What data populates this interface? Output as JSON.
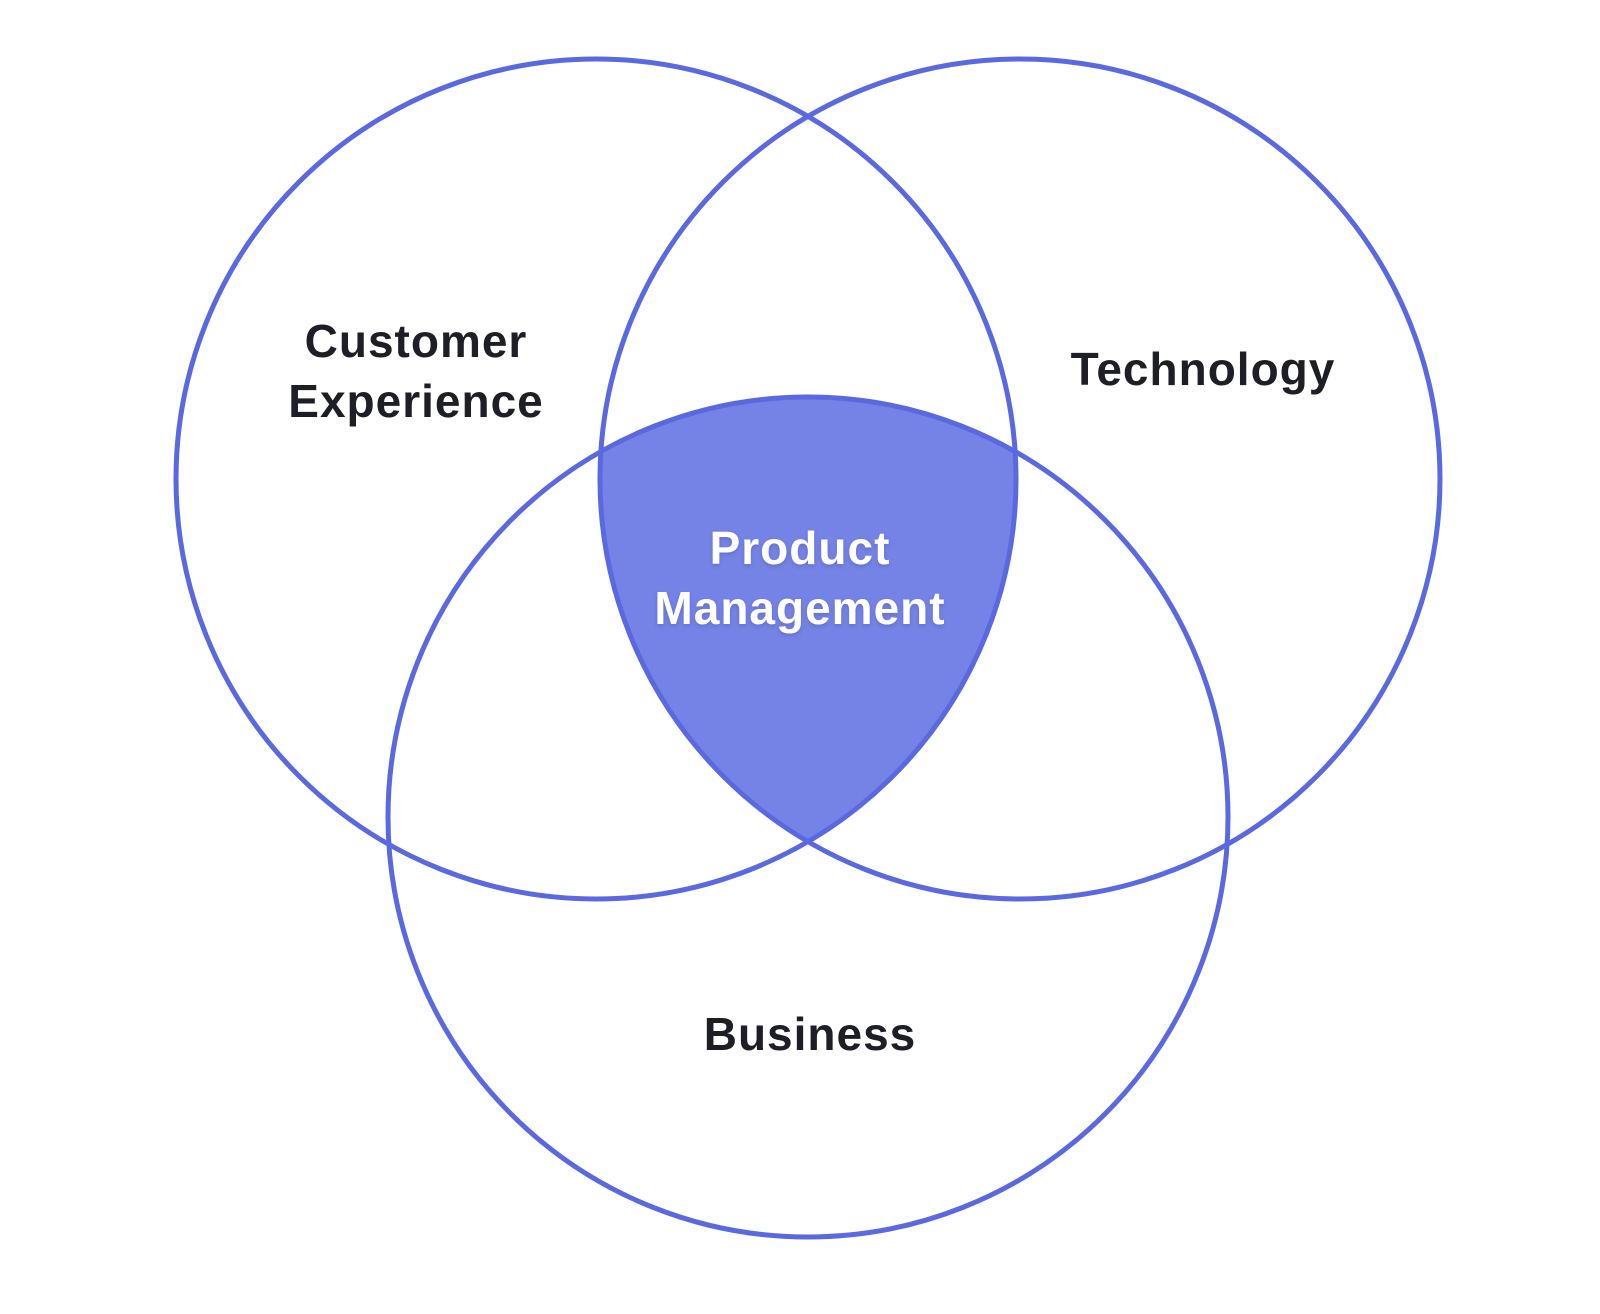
{
  "venn": {
    "sets": [
      {
        "name": "customer-experience",
        "label": "Customer\nExperience"
      },
      {
        "name": "technology",
        "label": "Technology"
      },
      {
        "name": "business",
        "label": "Business"
      }
    ],
    "intersection": {
      "label": "Product\nManagement"
    },
    "colors": {
      "background": "#ffffff",
      "circle_stroke": "#5a69e0",
      "intersection_fill": "#7583e6",
      "label_text": "#1e1e27",
      "intersection_text": "#ffffff"
    }
  }
}
